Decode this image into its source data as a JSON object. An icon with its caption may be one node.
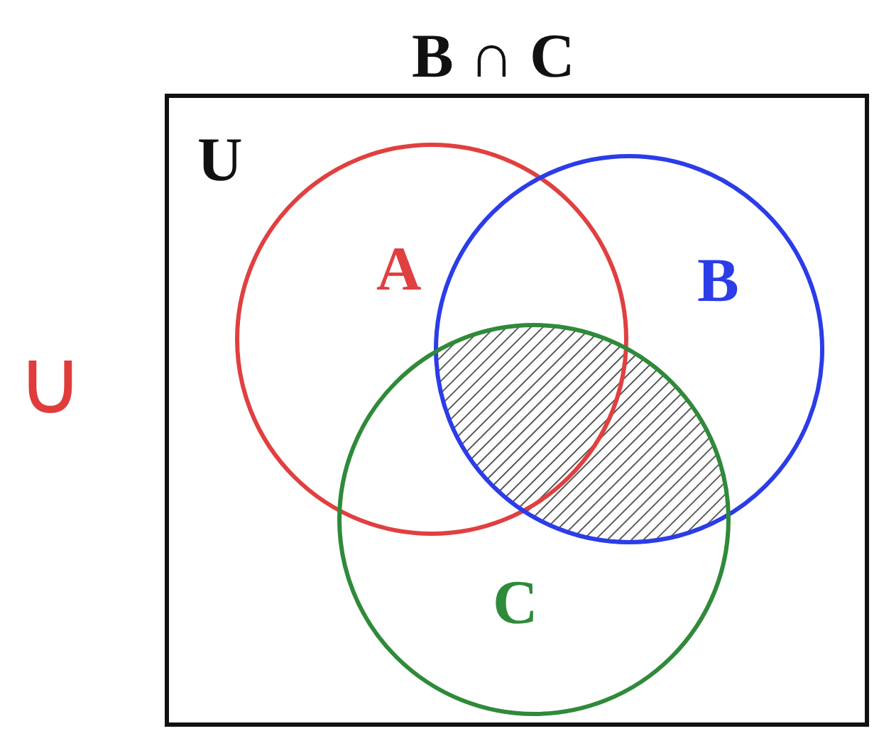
{
  "diagram": {
    "title": "B ∩ C",
    "nodes": [
      {
        "text": [
          "U"
        ]
      },
      {
        "text": [
          "A"
        ],
        "in": 0
      },
      {
        "text": [
          "B"
        ],
        "in": 0
      },
      {
        "text": [
          "C"
        ],
        "in": 0
      },
      {
        "text": [],
        "shape": "lens",
        "in": 0
      }
    ],
    "edges": [],
    "labels": [
      "∪"
    ]
  }
}
